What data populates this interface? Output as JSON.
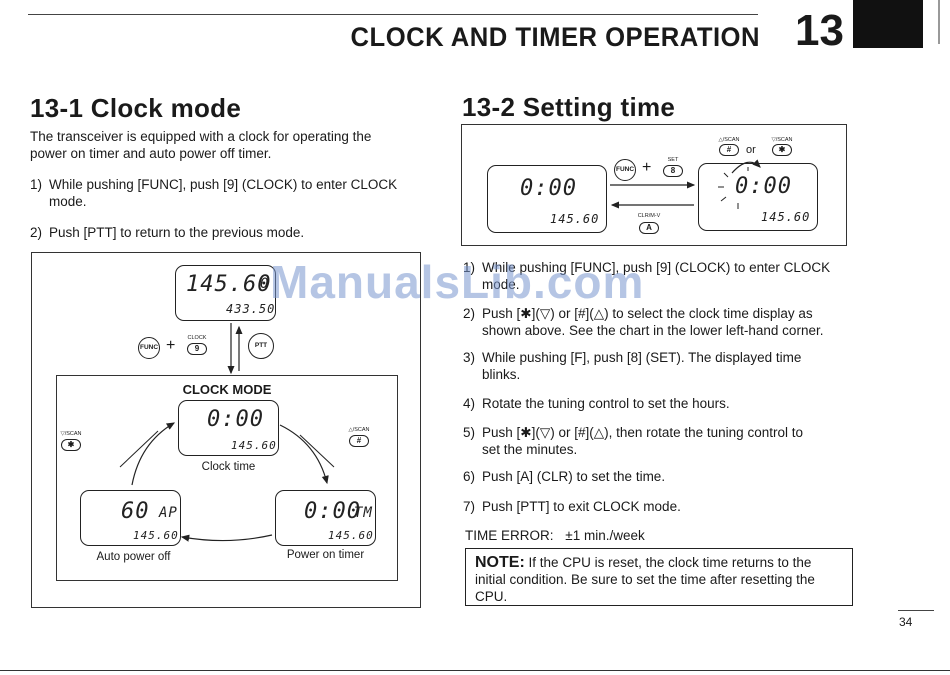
{
  "header": {
    "title": "CLOCK AND TIMER OPERATION",
    "chapter": "13"
  },
  "left": {
    "heading": "13-1  Clock mode",
    "intro": [
      "The transceiver is equipped with a clock for operating the",
      "power on timer and auto power off timer."
    ],
    "steps": [
      {
        "num": "1)",
        "lines": [
          "While pushing [FUNC], push [9] (CLOCK) to enter CLOCK",
          "mode."
        ]
      },
      {
        "num": "2)",
        "lines": [
          "Push [PTT] to return to the previous mode."
        ]
      }
    ],
    "diagram": {
      "top_lcd": {
        "freq": "145.60",
        "small": "0",
        "sub": "433.50"
      },
      "func_key": "FUNC",
      "clock_key_label": "CLOCK",
      "clock_key": "9",
      "ptt_key": "PTT",
      "mode_title": "CLOCK MODE",
      "down_scan_label": "▽/SCAN",
      "down_scan_key": "✱",
      "up_scan_label": "△/SCAN",
      "up_scan_key": "#",
      "clock_lcd": {
        "time": "0:00",
        "freq": "145.60"
      },
      "clock_caption": "Clock time",
      "apo_lcd": {
        "time": "60",
        "suffix": "AP",
        "freq": "145.60"
      },
      "apo_caption": "Auto power off",
      "pot_lcd": {
        "time": "0:00",
        "suffix": "TM",
        "freq": "145.60"
      },
      "pot_caption": "Power on timer"
    }
  },
  "right": {
    "heading": "13-2  Setting time",
    "diagram": {
      "up_scan_label": "△/SCAN",
      "up_scan_key": "#",
      "or_text": "or",
      "down_scan_label": "▽/SCAN",
      "down_scan_key": "✱",
      "func_key": "FUNC",
      "set_label": "SET",
      "set_key": "8",
      "clr_label": "CLR/M-V",
      "clr_key": "A",
      "left_lcd": {
        "time": "0:00",
        "freq": "145.60"
      },
      "right_lcd": {
        "time": "0:00",
        "freq": "145.60"
      }
    },
    "steps": [
      {
        "num": "1)",
        "lines": [
          "While pushing [FUNC], push [9] (CLOCK) to enter CLOCK",
          "mode."
        ]
      },
      {
        "num": "2)",
        "lines": [
          "Push [✱](▽) or [#](△) to select the clock time display as",
          "shown above. See the chart in the lower left-hand corner."
        ]
      },
      {
        "num": "3)",
        "lines": [
          "While pushing [F], push [8] (SET). The displayed time",
          "blinks."
        ]
      },
      {
        "num": "4)",
        "lines": [
          "Rotate the tuning control to set the hours."
        ]
      },
      {
        "num": "5)",
        "lines": [
          "Push [✱](▽) or [#](△), then rotate the tuning control to",
          "set the minutes."
        ]
      },
      {
        "num": "6)",
        "lines": [
          "Push [A] (CLR) to set the time."
        ]
      },
      {
        "num": "7)",
        "lines": [
          "Push [PTT] to exit CLOCK mode."
        ]
      }
    ],
    "time_error_label": "TIME ERROR:",
    "time_error_value": "±1 min./week",
    "note_label": "NOTE:",
    "note_lines": [
      "If the CPU is reset, the clock time returns to the",
      "initial condition. Be sure to set the time after resetting the",
      "CPU."
    ]
  },
  "watermark": "ManualsLib.com",
  "page_number": "34"
}
